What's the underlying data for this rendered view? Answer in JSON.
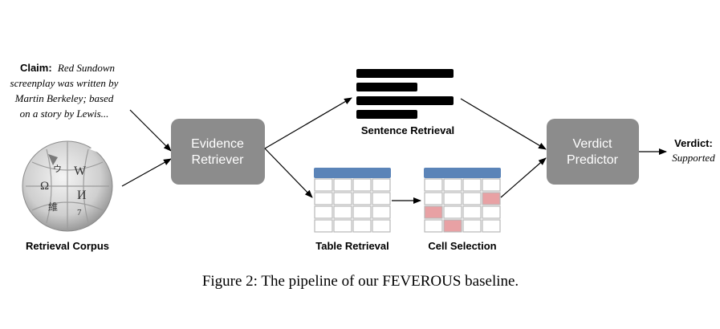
{
  "claim": {
    "label": "Claim:",
    "line1": "Red Sundown",
    "line2": "screenplay was written by",
    "line3": "Martin Berkeley; based",
    "line4": "on a story by Lewis..."
  },
  "corpus": {
    "label": "Retrieval Corpus",
    "logo_icon": "wikipedia-globe-icon",
    "logo_glyphs": [
      "W",
      "Ω",
      "И",
      "維",
      "ウ",
      "7"
    ]
  },
  "evidence_retriever": {
    "line1": "Evidence",
    "line2": "Retriever"
  },
  "sentence_retrieval": {
    "label": "Sentence Retrieval",
    "icon": "text-lines-icon"
  },
  "table_retrieval": {
    "label": "Table Retrieval",
    "icon": "table-icon"
  },
  "cell_selection": {
    "label": "Cell Selection",
    "icon": "table-highlighted-cells-icon"
  },
  "verdict_predictor": {
    "line1": "Verdict",
    "line2": "Predictor"
  },
  "verdict": {
    "label": "Verdict:",
    "value": "Supported"
  },
  "caption": "Figure 2: The pipeline of our FEVEROUS baseline.",
  "colors": {
    "box_fill": "#8c8c8c",
    "box_text": "#ffffff",
    "table_header": "#5b84b8",
    "table_grid": "#b8b8b8",
    "table_cell": "#ffffff",
    "highlight_cell": "#e8a1a4",
    "text_bar": "#000000",
    "arrow": "#000000"
  }
}
